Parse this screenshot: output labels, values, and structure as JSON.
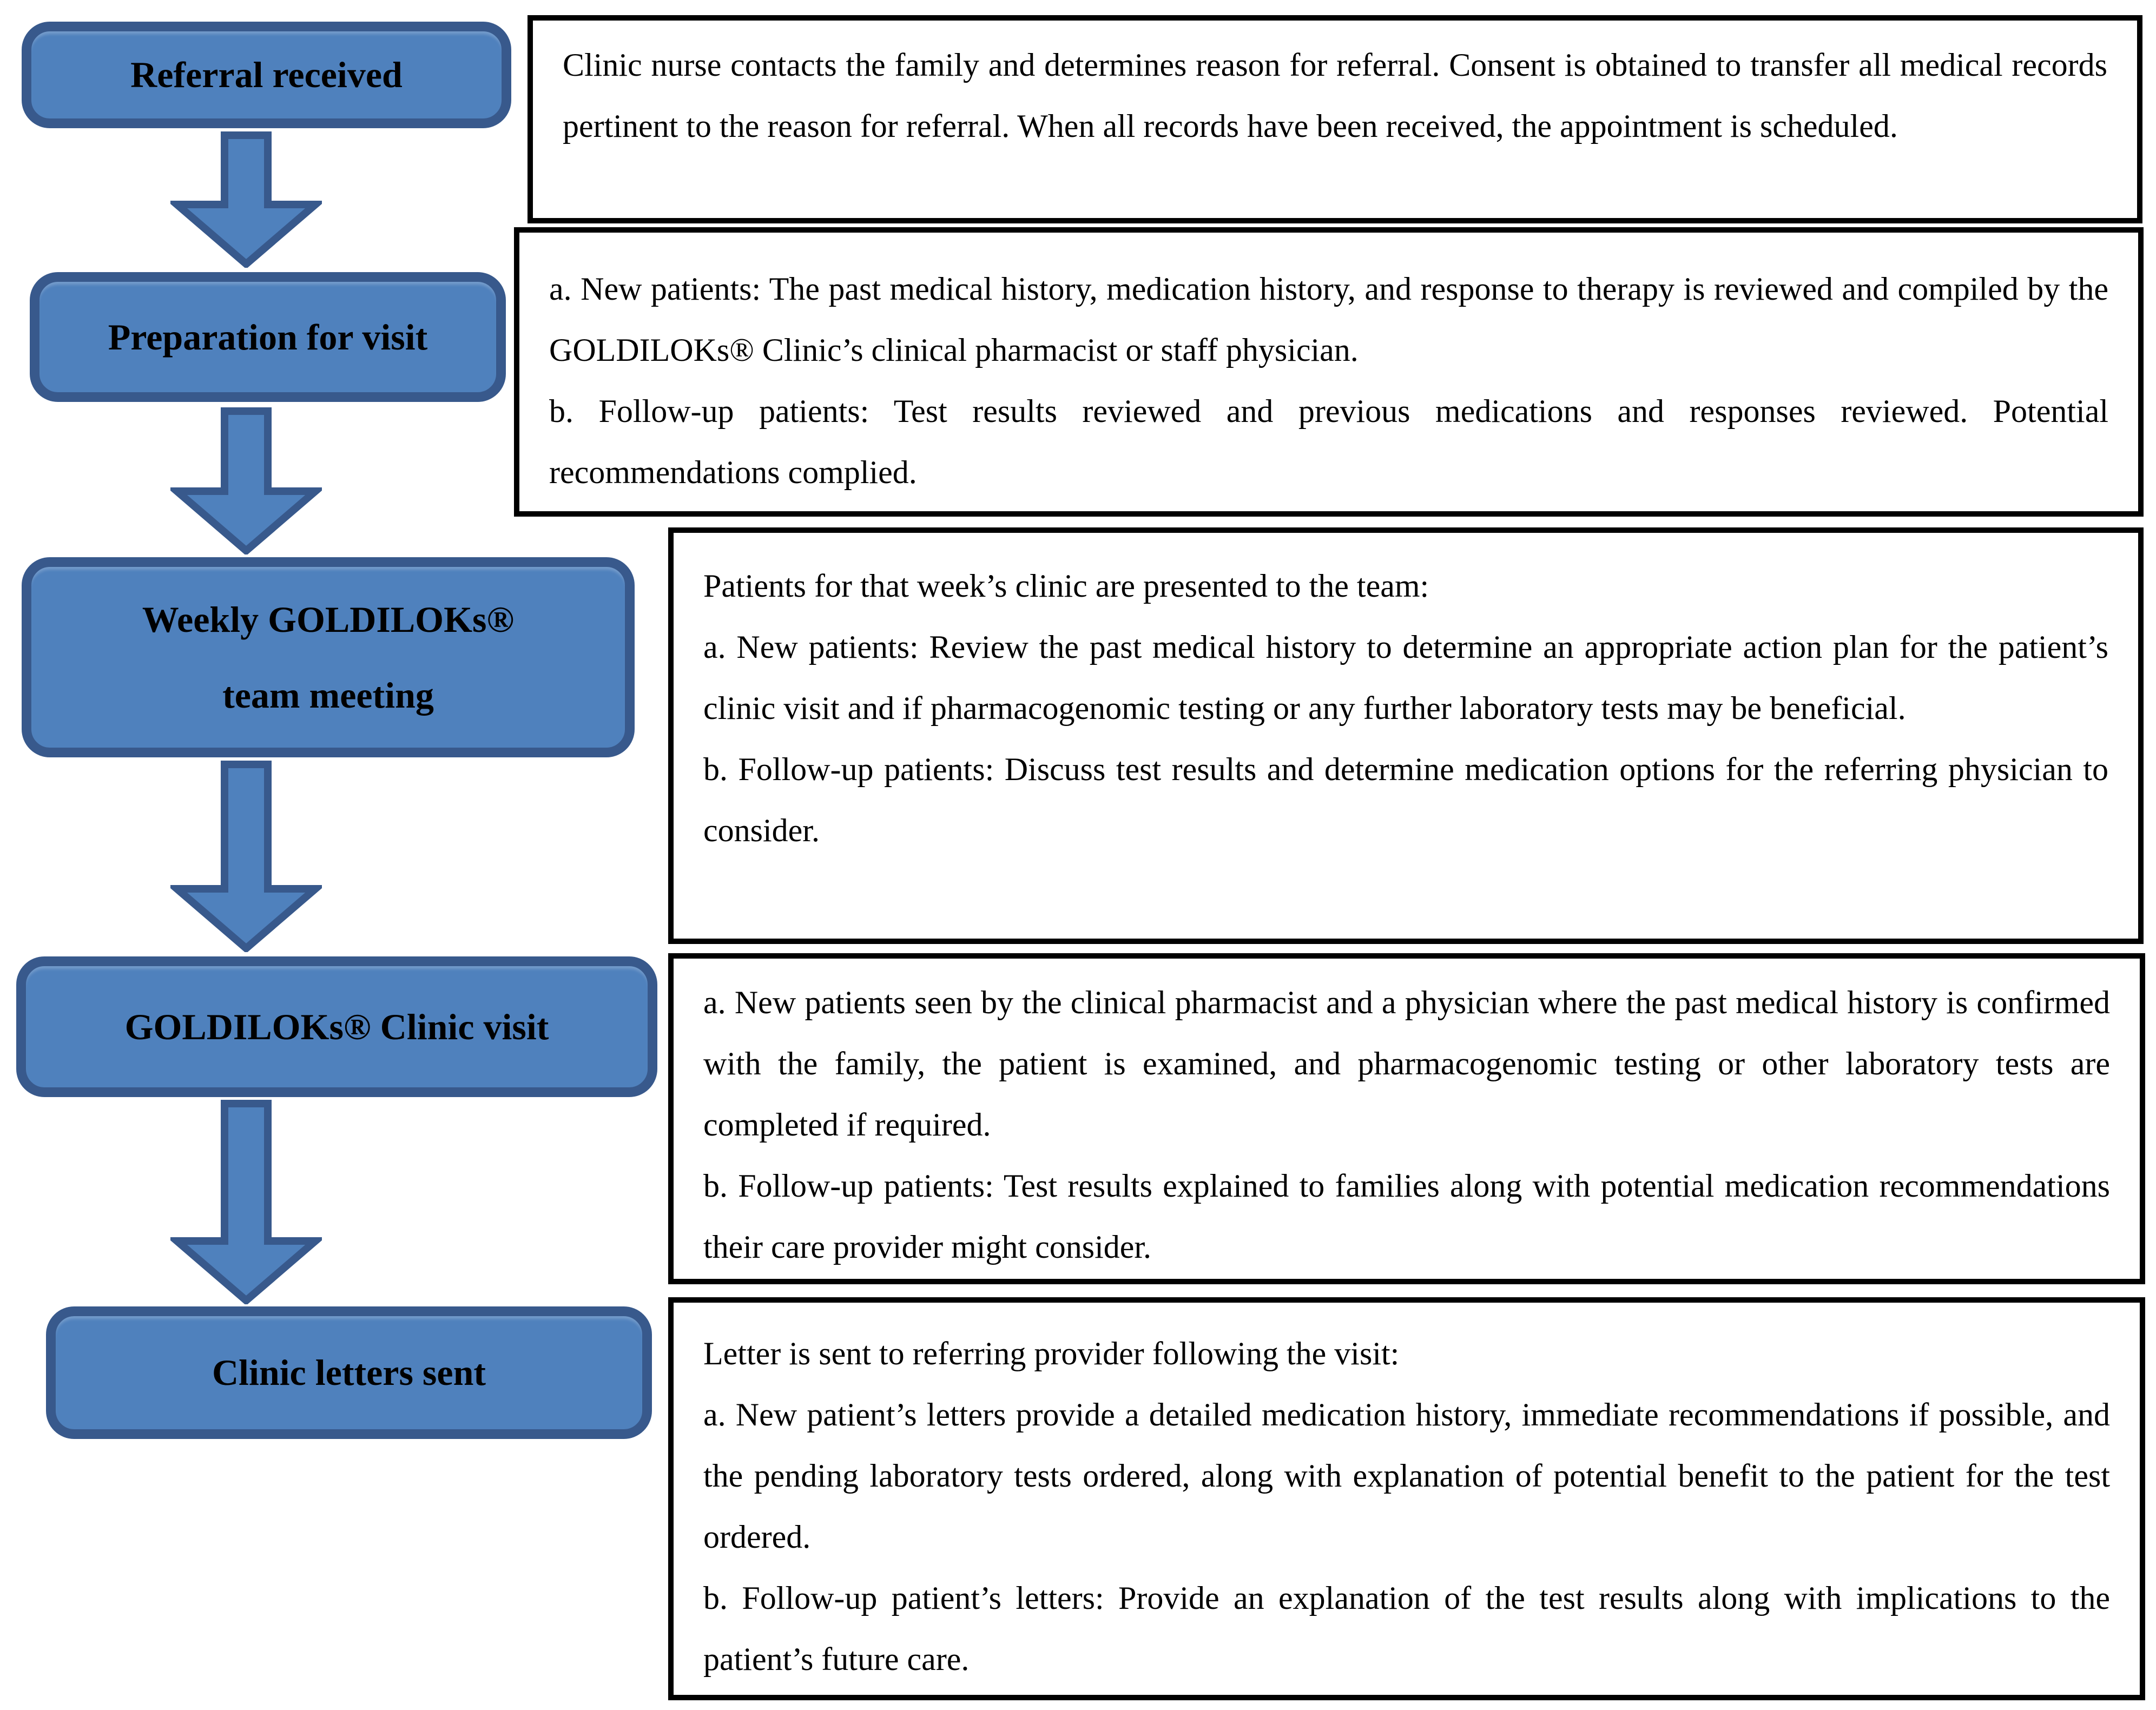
{
  "figure": {
    "background": "#ffffff",
    "node_fill": "#4f81bd",
    "node_border": "#38598c",
    "arrow_fill": "#4f81bd",
    "arrow_border": "#38598c",
    "box_border": "#000000",
    "text_color": "#000000"
  },
  "steps": [
    {
      "id": "referral-received",
      "label": "Referral received",
      "paragraphs": [
        "Clinic nurse contacts the family and determines reason for referral. Consent is obtained to transfer all medical records pertinent to the reason for referral. When all records have been received, the appointment is scheduled."
      ]
    },
    {
      "id": "preparation-for-visit",
      "label": "Preparation for visit",
      "paragraphs": [
        "a. New patients: The past medical history, medication history, and response to therapy is reviewed and compiled by the GOLDILOKs® Clinic’s clinical pharmacist or staff physician.",
        "b. Follow-up patients: Test results reviewed and previous medications and responses reviewed. Potential recommendations complied."
      ]
    },
    {
      "id": "weekly-goldiloks-team-meeting",
      "label": "Weekly GOLDILOKs® team meeting",
      "label_lines": [
        "Weekly GOLDILOKs®",
        "team meeting"
      ],
      "paragraphs": [
        "Patients for that week’s clinic are presented to the team:",
        "a. New patients: Review the past medical history to determine an appropriate action plan for the patient’s clinic visit and if pharmacogenomic testing or any further laboratory tests may be beneficial.",
        "b. Follow-up patients: Discuss test results and determine medication options for the referring physician to consider."
      ]
    },
    {
      "id": "goldiloks-clinic-visit",
      "label": "GOLDILOKs® Clinic visit",
      "paragraphs": [
        "a. New patients seen by the clinical pharmacist and a physician where the past medical history is confirmed with the family, the patient is examined, and pharmacogenomic testing or other laboratory tests are completed if required.",
        "b. Follow-up patients: Test results explained to families along with potential medication recommendations their care provider might consider."
      ]
    },
    {
      "id": "clinic-letters-sent",
      "label": "Clinic letters sent",
      "paragraphs": [
        "Letter is sent to referring provider following the visit:",
        "a. New patient’s letters provide a detailed medication history, immediate recommendations if possible, and the pending laboratory tests ordered, along with explanation of potential benefit to the patient for the test ordered.",
        "b. Follow-up patient’s letters:  Provide an explanation of the test results along with implications to the patient’s future care."
      ]
    }
  ]
}
